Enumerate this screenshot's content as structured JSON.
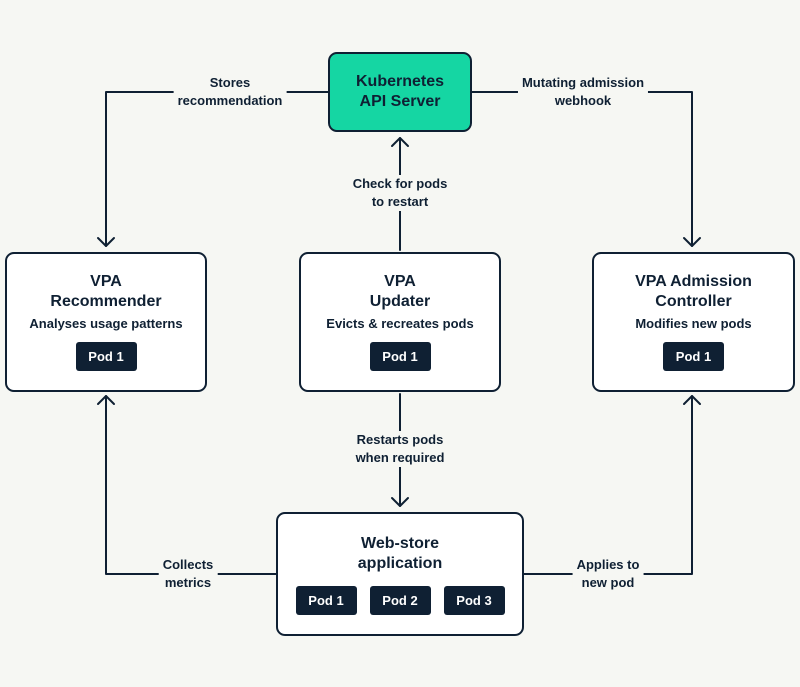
{
  "nodes": {
    "api": {
      "title_line1": "Kubernetes",
      "title_line2": "API Server"
    },
    "recommender": {
      "title_line1": "VPA",
      "title_line2": "Recommender",
      "subtitle": "Analyses usage patterns",
      "pods": [
        "Pod 1"
      ]
    },
    "updater": {
      "title_line1": "VPA",
      "title_line2": "Updater",
      "subtitle": "Evicts & recreates pods",
      "pods": [
        "Pod 1"
      ]
    },
    "admission": {
      "title_line1": "VPA Admission",
      "title_line2": "Controller",
      "subtitle": "Modifies new pods",
      "pods": [
        "Pod 1"
      ]
    },
    "webstore": {
      "title_line1": "Web-store",
      "title_line2": "application",
      "pods": [
        "Pod 1",
        "Pod 2",
        "Pod 3"
      ]
    }
  },
  "edges": {
    "stores": {
      "line1": "Stores",
      "line2": "recommendation"
    },
    "mutating": {
      "line1": "Mutating admission",
      "line2": "webhook"
    },
    "check": {
      "line1": "Check for pods",
      "line2": "to restart"
    },
    "restarts": {
      "line1": "Restarts pods",
      "line2": "when required"
    },
    "collects": {
      "line1": "Collects",
      "line2": "metrics"
    },
    "applies": {
      "line1": "Applies to",
      "line2": "new pod"
    }
  },
  "colors": {
    "api_fill": "#15d6a3",
    "dark": "#0f2033",
    "background": "#f6f7f3"
  }
}
